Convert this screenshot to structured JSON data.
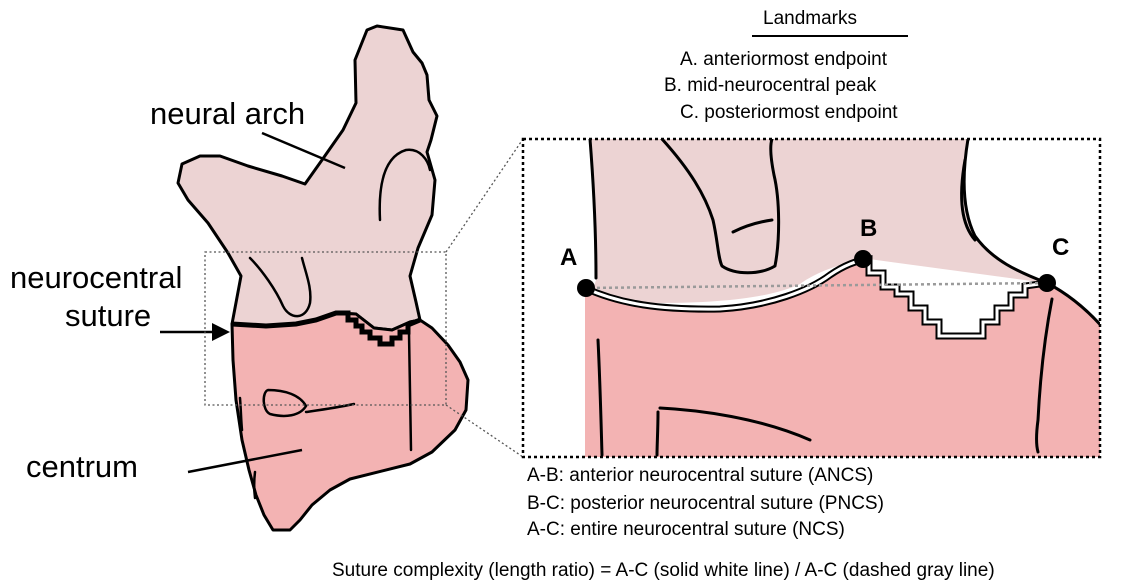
{
  "colors": {
    "neural_arch": "#ecd3d3",
    "centrum": "#f3b3b3",
    "outline": "#000000",
    "dashed_box": "#555555",
    "suture_dashed": "#9a9a9a"
  },
  "anatomy_labels": {
    "neural_arch": "neural arch",
    "neurocentral_line1": "neurocentral",
    "neurocentral_line2": "suture",
    "centrum": "centrum"
  },
  "landmarks": {
    "heading": "Landmarks",
    "items": [
      "A. anteriormost endpoint",
      "B. mid-neurocentral peak",
      "C. posteriormost endpoint"
    ],
    "points": {
      "a": "A",
      "b": "B",
      "c": "C"
    }
  },
  "segments": [
    "A-B: anterior neurocentral suture (ANCS)",
    "B-C: posterior neurocentral suture (PNCS)",
    "A-C: entire neurocentral suture (NCS)"
  ],
  "formula": "Suture complexity (length ratio) = A-C (solid white line) / A-C (dashed gray line)"
}
